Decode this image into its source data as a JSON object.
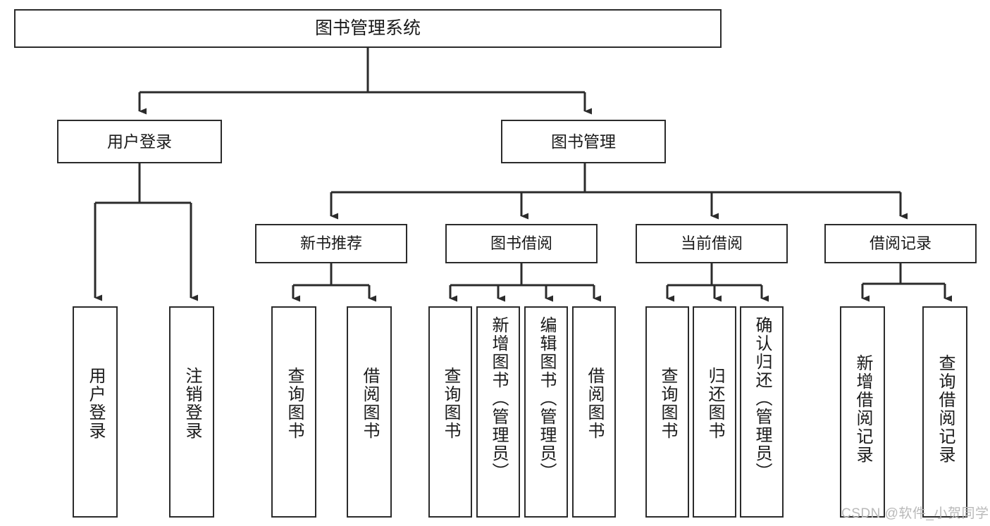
{
  "diagram": {
    "title": "图书管理系统",
    "type": "tree-hierarchy",
    "root": {
      "label": "图书管理系统"
    },
    "level2": [
      {
        "label": "用户登录"
      },
      {
        "label": "图书管理"
      }
    ],
    "level3": [
      {
        "label": "新书推荐"
      },
      {
        "label": "图书借阅"
      },
      {
        "label": "当前借阅"
      },
      {
        "label": "借阅记录"
      }
    ],
    "leaves": {
      "user_login": [
        {
          "label": "用户登录"
        },
        {
          "label": "注销登录"
        }
      ],
      "new_book_recommend": [
        {
          "label": "查询图书"
        },
        {
          "label": "借阅图书"
        }
      ],
      "book_borrow": [
        {
          "label": "查询图书"
        },
        {
          "label": "新增图书（管理员）"
        },
        {
          "label": "编辑图书（管理员）"
        },
        {
          "label": "借阅图书"
        }
      ],
      "current_borrow": [
        {
          "label": "查询图书"
        },
        {
          "label": "归还图书"
        },
        {
          "label": "确认归还（管理员）"
        }
      ],
      "borrow_records": [
        {
          "label": "新增借阅记录"
        },
        {
          "label": "查询借阅记录"
        }
      ]
    },
    "colors": {
      "stroke": "#2b2b2b",
      "fill": "#ffffff",
      "text": "#1a1a1a",
      "watermark": "#b9b9b9"
    }
  },
  "watermark": {
    "text": "CSDN @软件_小贺同学"
  }
}
